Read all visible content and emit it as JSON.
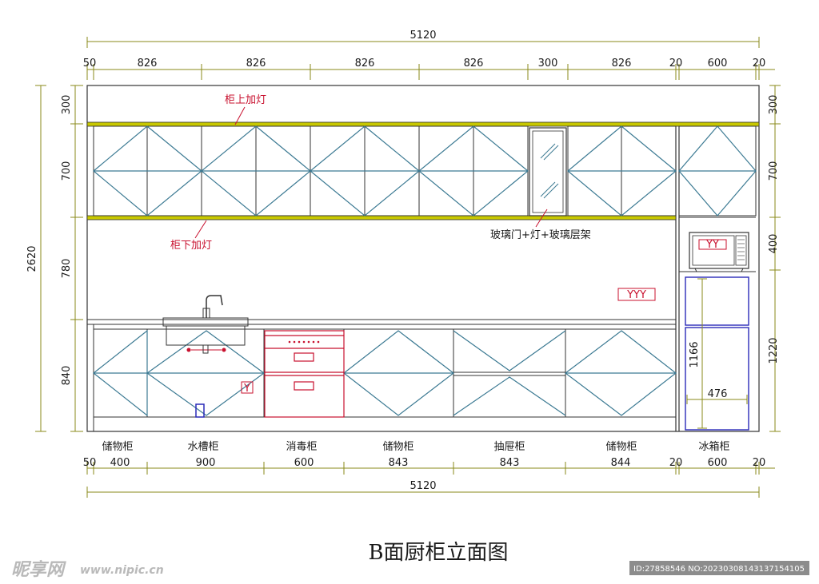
{
  "drawing": {
    "title": "B面厨柜立面图",
    "total_width_top": "5120",
    "total_width_bottom": "5120",
    "top_dims": [
      "50",
      "826",
      "826",
      "826",
      "826",
      "300",
      "826",
      "20",
      "600",
      "20"
    ],
    "bottom_dims": [
      "50",
      "400",
      "900",
      "600",
      "843",
      "843",
      "844",
      "20",
      "600",
      "20"
    ],
    "left_total": "2620",
    "left_dims": [
      "300",
      "700",
      "780",
      "840"
    ],
    "right_dims": [
      "300",
      "700",
      "400",
      "1220"
    ],
    "fridge_height": "1166",
    "fridge_width": "476",
    "cabinet_labels": [
      "储物柜",
      "水槽柜",
      "消毒柜",
      "储物柜",
      "抽屉柜",
      "储物柜",
      "冰箱柜"
    ],
    "notes": {
      "top_light": "柜上加灯",
      "bottom_light": "柜下加灯",
      "glass_door": "玻璃门+灯+玻璃层架"
    },
    "appliance_marks": {
      "cabinet_mark": "Y",
      "wall_mark": "YYY",
      "microwave_mark": "YY"
    }
  },
  "watermark": {
    "brand": "昵享网",
    "url": "www.nipic.cn",
    "id_text": "ID:27858546 NO:20230308143137154105"
  },
  "colors": {
    "line": "#333333",
    "dimension": "#8a8a1a",
    "cabinet_diagonal": "#3c7a93",
    "light_strip": "#c8c800",
    "red": "#c8102e",
    "blue": "#2b2bb8"
  }
}
